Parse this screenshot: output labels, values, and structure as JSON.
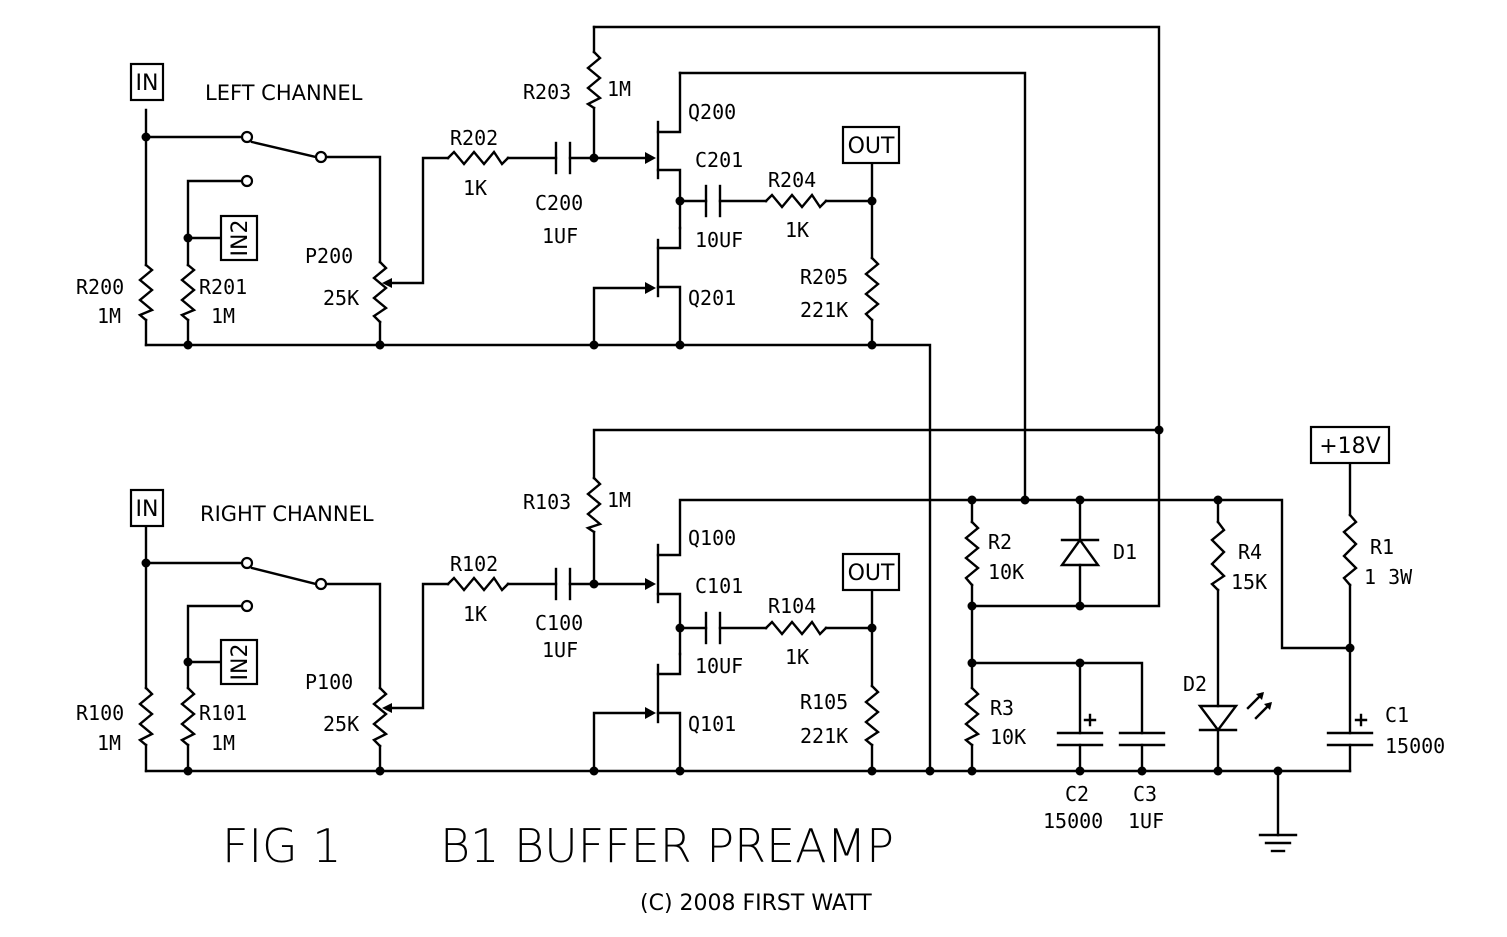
{
  "title": "FIG 1",
  "subtitle": "B1 BUFFER PREAMP",
  "copyright": "(C) 2008 FIRST WATT",
  "left_channel": {
    "heading": "LEFT CHANNEL",
    "in_label": "IN",
    "in2_label": "IN2",
    "out_label": "OUT",
    "R200": {
      "ref": "R200",
      "value": "1M"
    },
    "R201": {
      "ref": "R201",
      "value": "1M"
    },
    "P200": {
      "ref": "P200",
      "value": "25K"
    },
    "R202": {
      "ref": "R202",
      "value": "1K"
    },
    "C200": {
      "ref": "C200",
      "value": "1UF"
    },
    "R203": {
      "ref": "R203",
      "value": "1M"
    },
    "Q200": {
      "ref": "Q200"
    },
    "Q201": {
      "ref": "Q201"
    },
    "C201": {
      "ref": "C201",
      "value": "10UF"
    },
    "R204": {
      "ref": "R204",
      "value": "1K"
    },
    "R205": {
      "ref": "R205",
      "value": "221K"
    }
  },
  "right_channel": {
    "heading": "RIGHT CHANNEL",
    "in_label": "IN",
    "in2_label": "IN2",
    "out_label": "OUT",
    "R100": {
      "ref": "R100",
      "value": "1M"
    },
    "R101": {
      "ref": "R101",
      "value": "1M"
    },
    "P100": {
      "ref": "P100",
      "value": "25K"
    },
    "R102": {
      "ref": "R102",
      "value": "1K"
    },
    "C100": {
      "ref": "C100",
      "value": "1UF"
    },
    "R103": {
      "ref": "R103",
      "value": "1M"
    },
    "Q100": {
      "ref": "Q100"
    },
    "Q101": {
      "ref": "Q101"
    },
    "C101": {
      "ref": "C101",
      "value": "10UF"
    },
    "R104": {
      "ref": "R104",
      "value": "1K"
    },
    "R105": {
      "ref": "R105",
      "value": "221K"
    }
  },
  "power_supply": {
    "supply_label": "+18V",
    "R1": {
      "ref": "R1",
      "value": "1 3W"
    },
    "C1": {
      "ref": "C1",
      "value": "15000"
    },
    "R2": {
      "ref": "R2",
      "value": "10K"
    },
    "R3": {
      "ref": "R3",
      "value": "10K"
    },
    "D1": {
      "ref": "D1"
    },
    "R4": {
      "ref": "R4",
      "value": "15K"
    },
    "D2": {
      "ref": "D2"
    },
    "C2": {
      "ref": "C2",
      "value": "15000"
    },
    "C3": {
      "ref": "C3",
      "value": "1UF"
    }
  }
}
